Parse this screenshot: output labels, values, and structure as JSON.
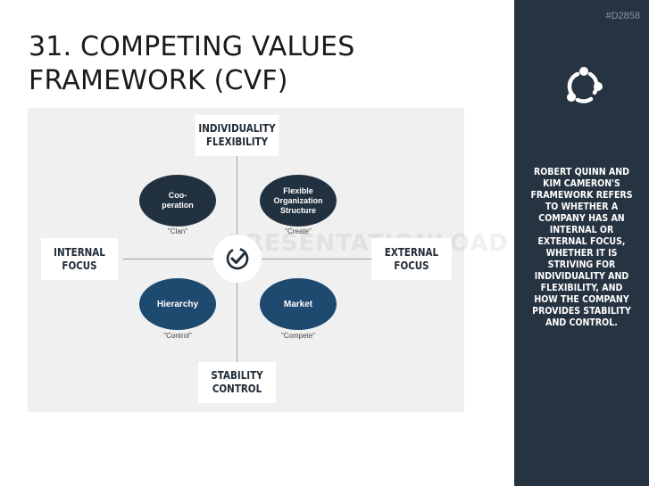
{
  "title": "31. COMPETING VALUES FRAMEWORK (CVF)",
  "slide_code": "#D2858",
  "watermark": "PRESENTATIONLOAD",
  "axes": {
    "top": [
      "INDIVIDUALITY",
      "FLEXIBILITY"
    ],
    "bottom": [
      "STABILITY",
      "CONTROL"
    ],
    "left": "INTERNAL FOCUS",
    "right": "EXTERNAL FOCUS"
  },
  "quadrants": [
    {
      "lines": [
        "Coo-",
        "peration"
      ],
      "caption": "\"Clan\""
    },
    {
      "lines": [
        "Flexible",
        "Organization",
        "Structure"
      ],
      "caption": "\"Create\""
    },
    {
      "lines": [
        "Hierarchy"
      ],
      "caption": "\"Control\""
    },
    {
      "lines": [
        "Market"
      ],
      "caption": "\"Compete\""
    }
  ],
  "center_icon": "check-circle-icon",
  "panel_icon": "share-nodes-icon",
  "side_text": "ROBERT QUINN AND KIM CAMERON'S FRAMEWORK REFERS TO WHETHER A COMPANY HAS AN INTERNAL OR EXTERNAL FOCUS, WHETHER IT IS STRIVING FOR INDIVIDUALITY AND FLEXIBILITY, AND HOW THE COMPANY PROVIDES STABILITY AND CONTROL.",
  "colors": {
    "panel": "#263341",
    "dark_circle": "#223140",
    "blue_circle": "#1e4a70",
    "diagram_bg": "#f0f0f0"
  }
}
